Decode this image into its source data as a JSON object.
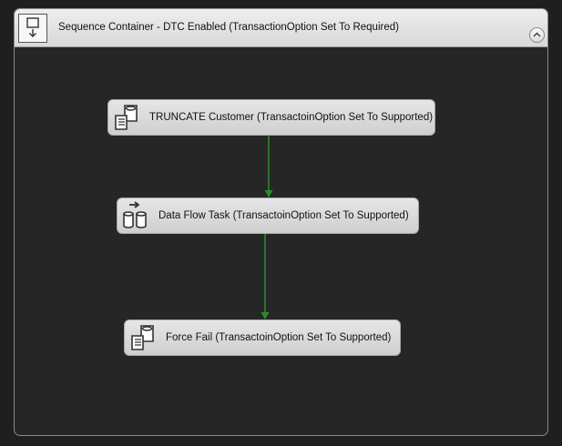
{
  "container": {
    "title": "Sequence Container - DTC Enabled (TransactionOption Set To Required)",
    "icon": "sequence-container-icon",
    "collapse_icon": "chevron-up-icon"
  },
  "tasks": [
    {
      "label": "TRUNCATE Customer (TransactoinOption Set To Supported)",
      "icon": "execute-sql-task-icon"
    },
    {
      "label": "Data Flow Task (TransactoinOption Set To Supported)",
      "icon": "data-flow-task-icon"
    },
    {
      "label": "Force Fail (TransactoinOption Set To Supported)",
      "icon": "execute-sql-task-icon"
    }
  ],
  "colors": {
    "canvas_background": "#262626",
    "header_background": "#e4e4e4",
    "task_background": "#dcdcdc",
    "precedence_success": "#2e8b2e"
  }
}
